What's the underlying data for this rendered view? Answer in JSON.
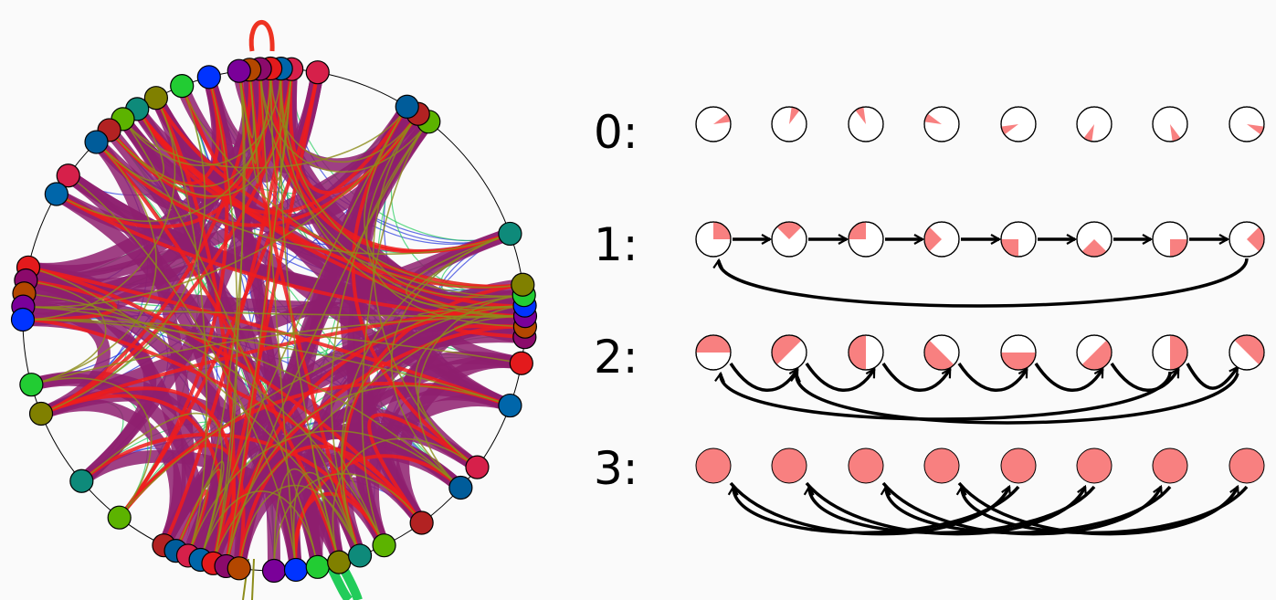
{
  "colors": {
    "background": "#fafafa",
    "edge_purple": "#8e1f6e",
    "edge_red": "#ee1c1c",
    "edge_olive": "#8c8c1a",
    "edge_green": "#22cc5a",
    "edge_blue": "#2233dd",
    "slice": "#f88080",
    "stroke": "#000000"
  },
  "hierarchy": {
    "levels": [
      {
        "label": "0:",
        "kind": "slices"
      },
      {
        "label": "1:",
        "kind": "sequence-cycle"
      },
      {
        "label": "2:",
        "kind": "half-pairs"
      },
      {
        "label": "3:",
        "kind": "full"
      }
    ]
  },
  "graph": {
    "node_colors": [
      "#d6204a",
      "#0066aa",
      "#e31a1c",
      "#8b0a6b",
      "#b34700",
      "#7a0099",
      "#0033ff",
      "#22cc33",
      "#808000",
      "#0e8a7a",
      "#5cb300",
      "#b22222",
      "#005c9a"
    ]
  }
}
